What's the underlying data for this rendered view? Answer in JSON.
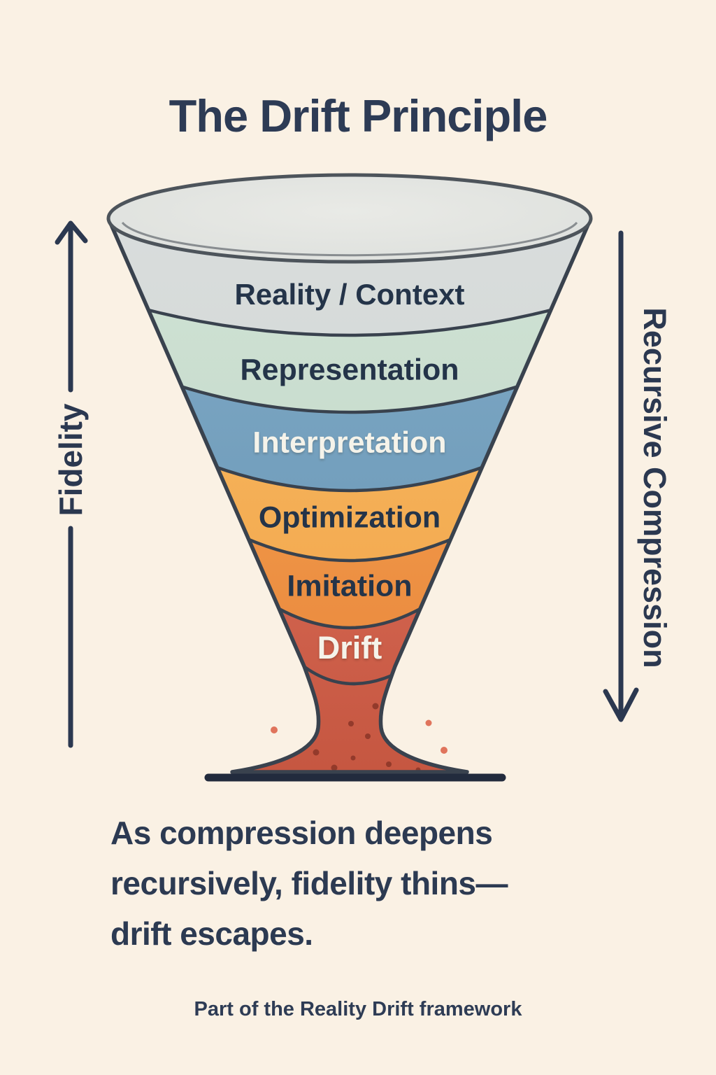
{
  "title": "The Drift Principle",
  "funnel": {
    "stages": [
      {
        "label": "Reality / Context",
        "color": "#d3d8d7",
        "text_color": "#243449"
      },
      {
        "label": "Representation",
        "color": "#c5dacb",
        "text_color": "#243449"
      },
      {
        "label": "Interpretation",
        "color": "#6d9bba",
        "text_color": "#f5f3ea"
      },
      {
        "label": "Optimization",
        "color": "#f2a850",
        "text_color": "#243449"
      },
      {
        "label": "Imitation",
        "color": "#ea8c3e",
        "text_color": "#243449"
      },
      {
        "label": "Drift",
        "color": "#c95a45",
        "text_color": "#f5f3ea"
      }
    ]
  },
  "axes": {
    "left": {
      "label": "Fidelity",
      "direction": "up"
    },
    "right": {
      "label": "Recursive Compression",
      "direction": "down"
    }
  },
  "caption": {
    "lines": [
      "As compression deepens",
      "recursively, fidelity thins—",
      "drift escapes."
    ]
  },
  "footer": "Part of the Reality Drift framework",
  "colors": {
    "background": "#faf1e4",
    "ink": "#2c3a52",
    "outline": "#39424e",
    "rim_fill": "#e5e6e3",
    "base_line": "#222b3d",
    "speckle_dark": "#8a3527",
    "speckle_light": "#e0745c"
  }
}
